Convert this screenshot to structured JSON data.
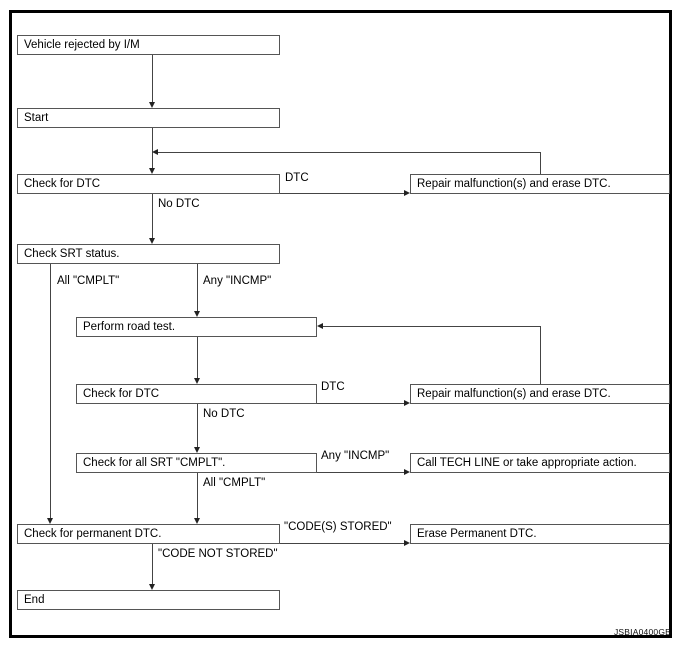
{
  "figure": {
    "id": "JSBIA0400GB",
    "type": "flowchart",
    "title": "I/M rejection diagnostic work flow"
  },
  "nodes": [
    {
      "key": "vehicle_rejected",
      "label": "Vehicle rejected by I/M"
    },
    {
      "key": "start",
      "label": "Start"
    },
    {
      "key": "check_dtc_1",
      "label": "Check for DTC"
    },
    {
      "key": "repair_1",
      "label": "Repair malfunction(s) and erase DTC."
    },
    {
      "key": "check_srt",
      "label": "Check SRT status."
    },
    {
      "key": "road_test",
      "label": "Perform road test."
    },
    {
      "key": "check_dtc_2",
      "label": "Check for DTC"
    },
    {
      "key": "repair_2",
      "label": "Repair malfunction(s) and erase DTC."
    },
    {
      "key": "check_all_srt",
      "label": "Check for all SRT \"CMPLT\"."
    },
    {
      "key": "tech_line",
      "label": "Call TECH LINE or take appropriate action."
    },
    {
      "key": "check_permanent",
      "label": "Check for permanent DTC."
    },
    {
      "key": "erase_permanent",
      "label": "Erase Permanent DTC."
    },
    {
      "key": "end",
      "label": "End"
    }
  ],
  "edge_labels": {
    "dtc_1": "DTC",
    "no_dtc_1": "No DTC",
    "all_cmplt_srt": "All \"CMPLT\"",
    "any_incmp_srt": "Any \"INCMP\"",
    "dtc_2": "DTC",
    "no_dtc_2": "No DTC",
    "any_incmp_all_srt": "Any \"INCMP\"",
    "all_cmplt_all_srt": "All \"CMPLT\"",
    "codes_stored": "\"CODE(S) STORED\"",
    "code_not_stored": "\"CODE NOT STORED\""
  },
  "colors": {
    "frame": "#000000",
    "box_border": "#555555",
    "line": "#444444",
    "text": "#000000",
    "background": "#ffffff"
  }
}
